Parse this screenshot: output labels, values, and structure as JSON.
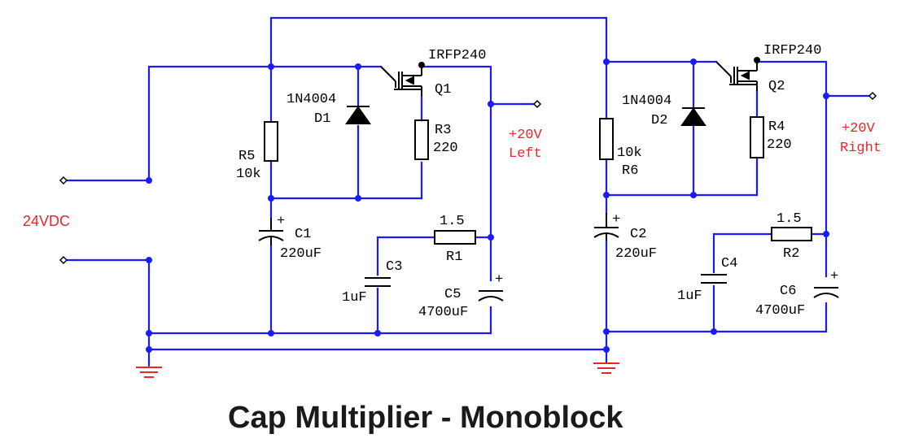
{
  "title": "Cap Multiplier - Monoblock",
  "input": {
    "label": "24VDC"
  },
  "left": {
    "mosfet": {
      "ref": "Q1",
      "part": "IRFP240"
    },
    "diode": {
      "ref": "D1",
      "part": "1N4004"
    },
    "r_bias": {
      "ref": "R5",
      "value": "10k"
    },
    "r_gate": {
      "ref": "R3",
      "value": "220"
    },
    "r_filter": {
      "ref": "R1",
      "value": "1.5"
    },
    "c_main": {
      "ref": "C1",
      "value": "220uF"
    },
    "c_small": {
      "ref": "C3",
      "value": "1uF"
    },
    "c_out": {
      "ref": "C5",
      "value": "4700uF"
    },
    "output": {
      "voltage": "+20V",
      "side": "Left"
    }
  },
  "right": {
    "mosfet": {
      "ref": "Q2",
      "part": "IRFP240"
    },
    "diode": {
      "ref": "D2",
      "part": "1N4004"
    },
    "r_bias": {
      "ref": "R6",
      "value": "10k"
    },
    "r_gate": {
      "ref": "R4",
      "value": "220"
    },
    "r_filter": {
      "ref": "R2",
      "value": "1.5"
    },
    "c_main": {
      "ref": "C2",
      "value": "220uF"
    },
    "c_small": {
      "ref": "C4",
      "value": "1uF"
    },
    "c_out": {
      "ref": "C6",
      "value": "4700uF"
    },
    "output": {
      "voltage": "+20V",
      "side": "Right"
    }
  },
  "colors": {
    "wire": "#1a1aff",
    "label_red": "#e8262a",
    "ground": "#e8262a"
  }
}
